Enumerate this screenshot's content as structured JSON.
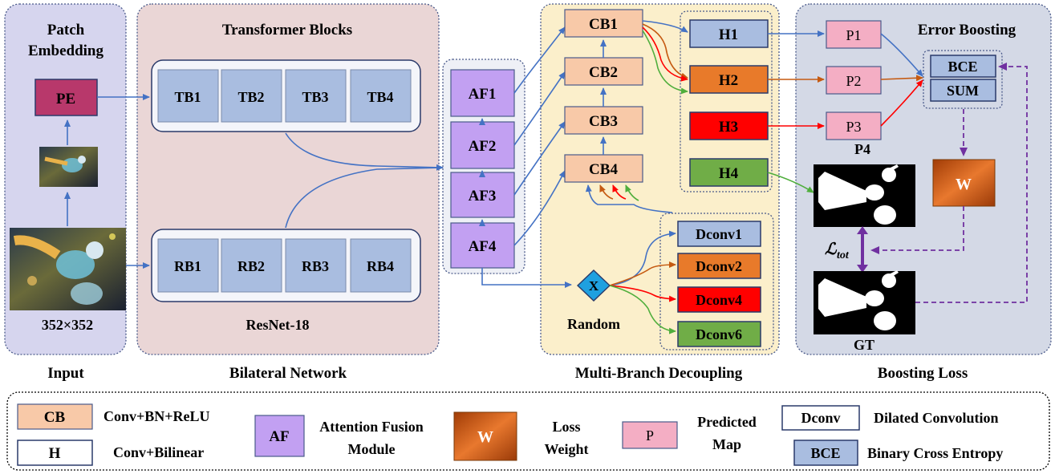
{
  "panels": {
    "input": {
      "title_line1": "Patch",
      "title_line2": "Embedding",
      "size_label": "352×352",
      "caption": "Input",
      "pe_label": "PE"
    },
    "bilateral": {
      "title": "Transformer Blocks",
      "subtitle": "ResNet-18",
      "caption": "Bilateral Network",
      "tb": [
        "TB1",
        "TB2",
        "TB3",
        "TB4"
      ],
      "rb": [
        "RB1",
        "RB2",
        "RB3",
        "RB4"
      ]
    },
    "af": [
      "AF1",
      "AF2",
      "AF3",
      "AF4"
    ],
    "decoupling": {
      "caption": "Multi-Branch Decoupling",
      "random_label": "Random",
      "x_label": "X",
      "cb": [
        "CB1",
        "CB2",
        "CB3",
        "CB4"
      ],
      "h": [
        "H1",
        "H2",
        "H3",
        "H4"
      ],
      "dconv": [
        "Dconv1",
        "Dconv2",
        "Dconv4",
        "Dconv6"
      ]
    },
    "boosting": {
      "title": "Error Boosting",
      "caption": "Boosting Loss",
      "p": [
        "P1",
        "P2",
        "P3"
      ],
      "bce": "BCE",
      "sum": "SUM",
      "p4_label": "P4",
      "w_label": "W",
      "loss_main": "ℒ",
      "loss_sub": "tot",
      "gt_label": "GT"
    }
  },
  "legend": {
    "cb": {
      "key": "CB",
      "desc": "Conv+BN+ReLU"
    },
    "h": {
      "key": "H",
      "desc": "Conv+Bilinear"
    },
    "af": {
      "key": "AF",
      "desc_line1": "Attention Fusion",
      "desc_line2": "Module"
    },
    "w": {
      "key": "W",
      "desc_line1": "Loss",
      "desc_line2": "Weight"
    },
    "p": {
      "key": "P",
      "desc_line1": "Predicted",
      "desc_line2": "Map"
    },
    "dconv": {
      "key": "Dconv",
      "desc": "Dilated Convolution"
    },
    "bce": {
      "key": "BCE",
      "desc": "Binary Cross Entropy"
    }
  },
  "colors": {
    "input_bg": "#d6d5ee",
    "bilateral_bg": "#ead6d6",
    "decoupling_bg": "#fbefcb",
    "boosting_bg": "#d4d9e6",
    "pe": "#b8386b",
    "tb": "#a9bde0",
    "af": "#c2a0f2",
    "cb": "#f8c9a8",
    "h1": "#a9bde0",
    "h2": "#e87a2a",
    "h3": "#ff0000",
    "h4": "#70ad47",
    "p": "#f4aec4",
    "arrow_blue": "#4472c4",
    "arrow_orange": "#c55a11",
    "arrow_red": "#ff0000",
    "arrow_green": "#4fae3c",
    "arrow_purple": "#7030a0",
    "x_diamond": "#1fa0e0"
  }
}
